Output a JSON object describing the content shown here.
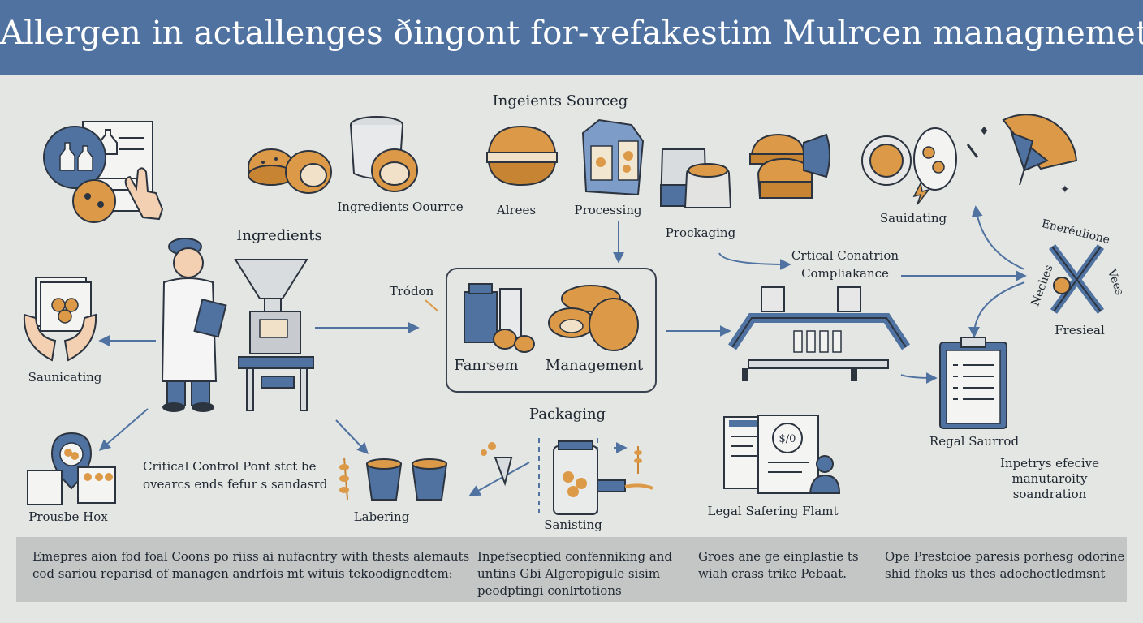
{
  "title": "Allergen in actallenges ðingont for-ʏefakestim Mulrcen managnemet",
  "labels": {
    "ingredients_sourcing_heading": "Ingeients Sourceg",
    "ingredients_source": "Ingredients Oourrce",
    "alrees": "Alrees",
    "processing": "Processing",
    "prockaging": "Prockaging",
    "sauidating": "Sauidating",
    "ingredients": "Ingredients",
    "trodon": "Tródon",
    "fanrsem": "Fanrsem",
    "management": "Management",
    "critical_conation_1": "Crtical Conatrion",
    "critical_conation_2": "Compliakance",
    "fresieal": "Fresieal",
    "enterolione": "Eneréulione",
    "neches": "Neches",
    "vees": "Vees",
    "saunicating": "Saunicating",
    "ccp_1": "Critical Control Pont stct be",
    "ccp_2": "ovearcs ends fefur s sandasrd",
    "prousbe_hox": "Prousbe Hox",
    "labering": "Labering",
    "packaging": "Packaging",
    "sanisting": "Sanisting",
    "legal_safering": "Legal Safering Flamt",
    "regal_saurrod": "Regal Saurrod",
    "impetrys_1": "Inpetrys efecive",
    "impetrys_2": "manutaroity",
    "impetrys_3": "soandration",
    "dollar_sign": "$/0"
  },
  "footer": {
    "col1": [
      "Emepres aion fod foal Coons po riiss ai nufacntry with thests alemauts",
      "cod sariou reparisd of managen andrfois mt wituis tekoodignedtem:"
    ],
    "col2": [
      "Inpefsecptied confenniking and",
      "untins Gbi Algeropigule sisim",
      "peodptingi conlrtotions"
    ],
    "col3": [
      "Groes ane ge einplastie ts",
      "wiah crass trike Pebaat."
    ],
    "col4": [
      "Ope Prestcioe paresis porhesg odorine",
      "shid fhoks us thes adochoctledmsnt"
    ]
  },
  "colors": {
    "header": "#4f72a0",
    "background": "#e4e6e3",
    "accent_blue": "#4f72a0",
    "accent_orange": "#dc9a48",
    "footer": "#c3c6c5"
  },
  "icons": [
    "document-hand-icon",
    "bread-rolls-icon",
    "sack-icon",
    "jar-icon",
    "sandwich-icon",
    "bag-icon",
    "pastry-icon",
    "shield-icon",
    "hands-box-icon",
    "chef-icon",
    "machine-icon",
    "crate-icon",
    "conveyor-icon",
    "clipboard-icon",
    "cups-icon",
    "wheat-icon",
    "packaging-bag-icon",
    "legal-document-icon",
    "scale-icon"
  ]
}
